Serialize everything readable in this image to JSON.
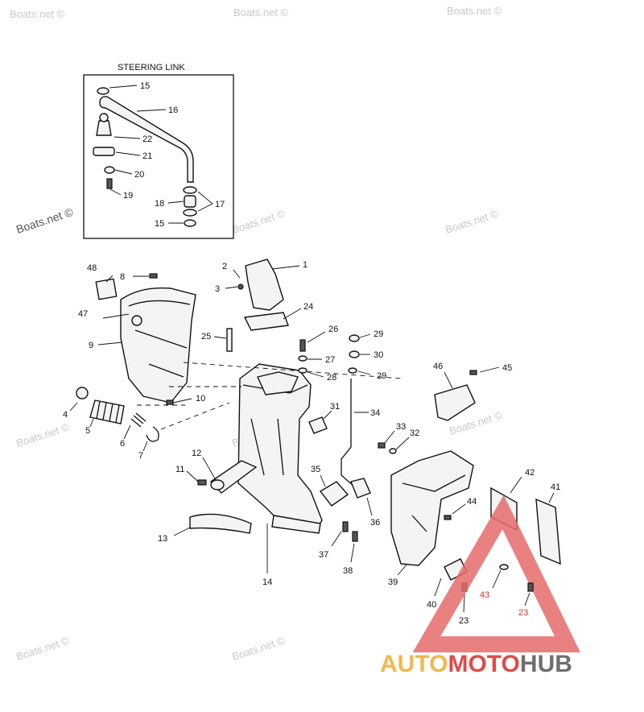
{
  "inset": {
    "title": "STEERING LINK"
  },
  "watermark": {
    "text": "Boats.net ©"
  },
  "logo": {
    "part1": "AUTO",
    "part2": "MOTO",
    "part3": "HUB"
  },
  "callouts": {
    "c1": "1",
    "c2": "2",
    "c3": "3",
    "c4": "4",
    "c5": "5",
    "c6": "6",
    "c7": "7",
    "c8": "8",
    "c9": "9",
    "c10": "10",
    "c11": "11",
    "c12": "12",
    "c13": "13",
    "c14": "14",
    "c15a": "15",
    "c15b": "15",
    "c16": "16",
    "c17": "17",
    "c18": "18",
    "c19": "19",
    "c20": "20",
    "c21": "21",
    "c22": "22",
    "c23a": "23",
    "c23b": "23",
    "c24": "24",
    "c25": "25",
    "c26": "26",
    "c27": "27",
    "c28": "28",
    "c29a": "29",
    "c29b": "29",
    "c30": "30",
    "c31": "31",
    "c32": "32",
    "c33": "33",
    "c34": "34",
    "c35": "35",
    "c36": "36",
    "c37": "37",
    "c38": "38",
    "c39": "39",
    "c40": "40",
    "c41": "41",
    "c42": "42",
    "c43": "43",
    "c44": "44",
    "c45": "45",
    "c46": "46",
    "c47": "47",
    "c48": "48"
  },
  "colors": {
    "accent_red": "#c0392b",
    "logo_orange": "#f2b84b",
    "logo_red": "#e04b4b",
    "logo_gray": "#6e6e6e"
  }
}
